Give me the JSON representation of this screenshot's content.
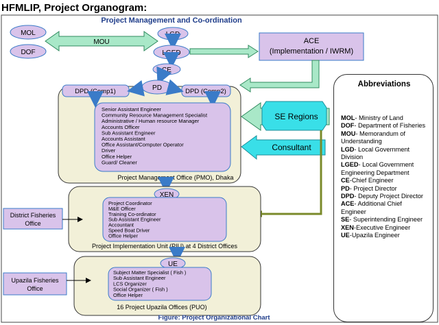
{
  "page": {
    "title": "HFMLIP, Project Organogram:",
    "figure_caption": "Figure:  Project Organizational Chart"
  },
  "diagram": {
    "header": "Project Management and Co-ordination",
    "nodes": {
      "mol": "MOL",
      "dof": "DOF",
      "mou": "MOU",
      "lgd": "LGD",
      "lged": "LGED",
      "ce": "CE",
      "ace_line1": "ACE",
      "ace_line2": "(Implementation / IWRM)",
      "pd": "PD",
      "dpd1": "DPD (Comp1)",
      "dpd2": "DPD (Comp2)",
      "se_regions": "SE Regions",
      "consultant": "Consultant",
      "xen": "XEN",
      "ue": "UE",
      "district_fisheries": [
        "District Fisheries",
        "Office"
      ],
      "upazila_fisheries": [
        "Upazila Fisheries",
        "Office"
      ]
    },
    "pmo": {
      "label": "Project Management  Office (PMO), Dhaka",
      "staff": [
        "Senior Assistant Engineer",
        "Community Resource Management Specialist",
        "Administrative / Human resource Manager",
        "Accounts Officer",
        "Sub Assistant Engineer",
        "Accounts Assistant",
        "Office Assistant/Computer Operator",
        "Driver",
        "Office Helper",
        "Guard/ Cleaner"
      ]
    },
    "piu": {
      "label": "Project Implementation  Unit (PIU) at 4 District  Offices",
      "staff": [
        "Project Coordinator",
        "M&E Officer",
        "Training Co-ordinator",
        "Sub Assistant Engineer",
        "Accountant",
        "Speed Boat Driver",
        "Office Helper"
      ]
    },
    "puo": {
      "label": "16  Project Upazila  Offices  (PUO)",
      "staff": [
        "Subject Matter Specialist ( Fish )",
        "Sub Assistant Engineer",
        "LCS Organizer",
        "Social Organizer ( Fish )",
        "Office Helper"
      ]
    }
  },
  "abbreviations": {
    "title": "Abbreviations",
    "items": [
      {
        "abbr": "MOL",
        "text": "- Ministry of Land"
      },
      {
        "abbr": "DOF",
        "text": "- Department  of Fisheries"
      },
      {
        "abbr": "MOU",
        "text": "- Memorandum of Understanding"
      },
      {
        "abbr": "LGD",
        "text": "- Local Government Division"
      },
      {
        "abbr": "LGED",
        "text": "- Local Government Engineering Department"
      },
      {
        "abbr": "CE",
        "text": "-Chief Engineer"
      },
      {
        "abbr": "PD",
        "text": "- Project Director"
      },
      {
        "abbr": "DPD",
        "text": "- Deputy Project Director"
      },
      {
        "abbr": "ACE",
        "text": "- Additional Chief Engineer"
      },
      {
        "abbr": "SE",
        "text": "- Superintending Engineer"
      },
      {
        "abbr": "XEN",
        "text": "-Executive Engineer"
      },
      {
        "abbr": "UE",
        "text": "-Upazila  Engineer"
      }
    ]
  },
  "colors": {
    "oval_fill": "#d9c3ea",
    "panel_fill": "#f2f0d8",
    "arrow_green": "#a9e8c8",
    "arrow_cyan": "#39dfe8",
    "arrow_blue": "#3a7bc8",
    "olive_line": "#7a8a2a",
    "heading_blue": "#1f3d8a"
  }
}
